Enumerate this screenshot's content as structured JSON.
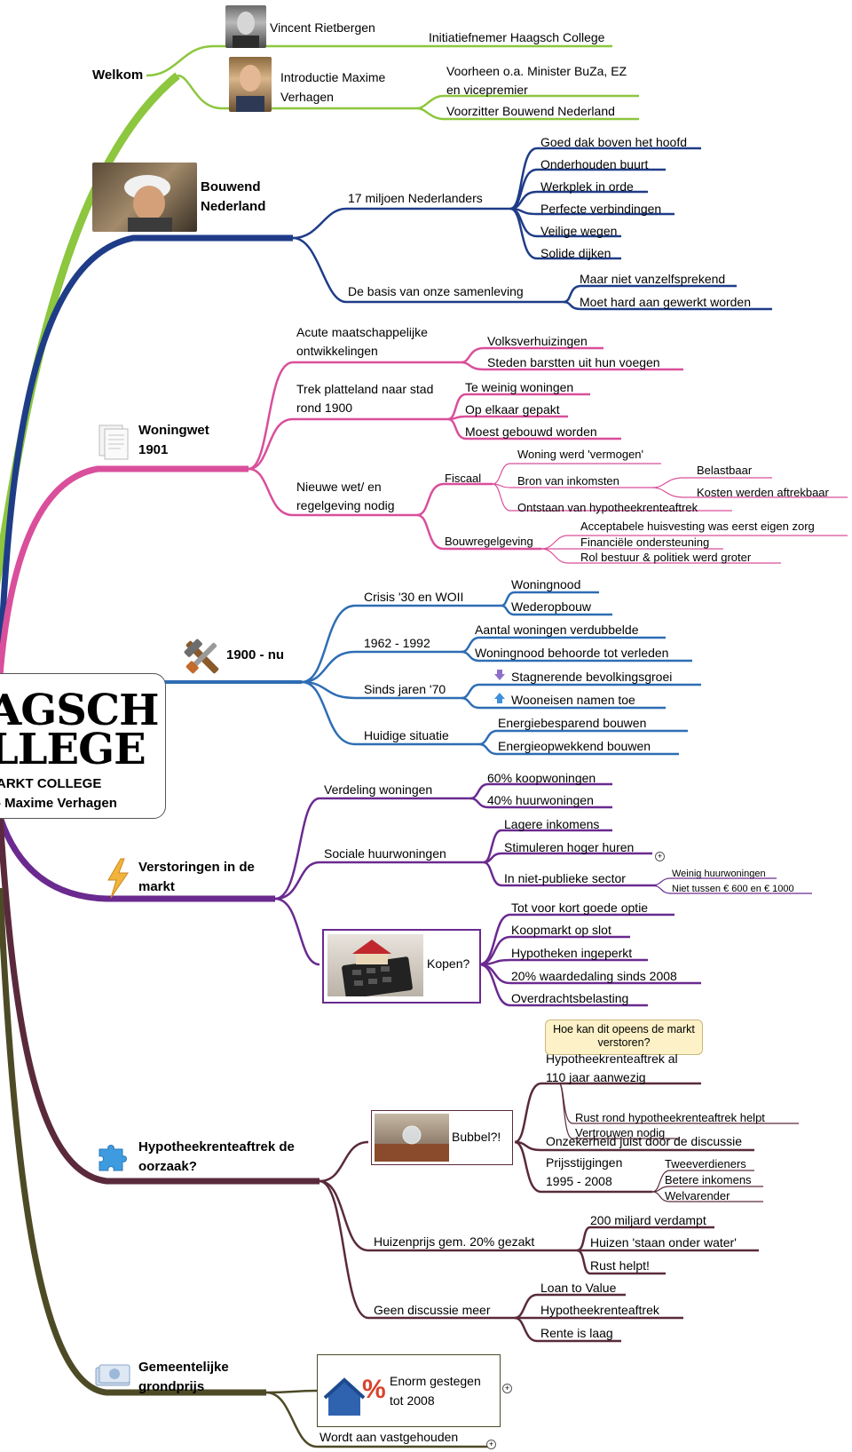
{
  "center": {
    "logo_line1": "AGSCH",
    "logo_line2": "LLEGE",
    "subtitle1": "ARKT COLLEGE",
    "subtitle2": "- Maxime Verhagen"
  },
  "welkom": {
    "title": "Welkom",
    "speaker1": "Vincent Rietbergen",
    "speaker1_sub": "Initiatiefnemer Haagsch College",
    "speaker2": "Introductie Maxime Verhagen",
    "speaker2_sub1": "Voorheen o.a. Minister BuZa, EZ en vicepremier",
    "speaker2_sub2": "Voorzitter Bouwend Nederland"
  },
  "bouwend": {
    "title": "Bouwend Nederland",
    "b1": "17 miljoen Nederlanders",
    "b1_items": [
      "Goed dak boven het hoofd",
      "Onderhouden buurt",
      "Werkplek in orde",
      "Perfecte verbindingen",
      "Veilige wegen",
      "Solide dijken"
    ],
    "b2": "De basis van onze samenleving",
    "b2_items": [
      "Maar niet vanzelfsprekend",
      "Moet hard aan gewerkt worden"
    ]
  },
  "woningwet": {
    "title": "Woningwet 1901",
    "b1": "Acute maatschappelijke ontwikkelingen",
    "b1_items": [
      "Volksverhuizingen",
      "Steden barstten uit hun voegen"
    ],
    "b2": "Trek platteland naar stad rond 1900",
    "b2_items": [
      "Te weinig woningen",
      "Op elkaar gepakt",
      "Moest gebouwd worden"
    ],
    "b3": "Nieuwe wet/ en regelgeving nodig",
    "fiscaal": "Fiscaal",
    "fiscaal_items": [
      "Woning werd 'vermogen'",
      "Bron van inkomsten",
      "Ontstaan van hypotheekrenteaftrek"
    ],
    "bron_items": [
      "Belastbaar",
      "Kosten werden aftrekbaar"
    ],
    "bouwreg": "Bouwregelgeving",
    "bouwreg_items": [
      "Acceptabele huisvesting was eerst eigen zorg",
      "Financiële ondersteuning",
      "Rol bestuur & politiek werd groter"
    ]
  },
  "nu": {
    "title": "1900 - nu",
    "b1": "Crisis '30 en WOII",
    "b1_items": [
      "Woningnood",
      "Wederopbouw"
    ],
    "b2": "1962 - 1992",
    "b2_items": [
      "Aantal woningen verdubbelde",
      "Woningnood behoorde tot verleden"
    ],
    "b3": "Sinds jaren '70",
    "b3_items": [
      "Stagnerende bevolkingsgroei",
      "Wooneisen namen toe"
    ],
    "b4": "Huidige situatie",
    "b4_items": [
      "Energiebesparend bouwen",
      "Energieopwekkend bouwen"
    ]
  },
  "verstoringen": {
    "title": "Verstoringen in de markt",
    "b1": "Verdeling woningen",
    "b1_items": [
      "60% koopwoningen",
      "40% huurwoningen"
    ],
    "b2": "Sociale huurwoningen",
    "b2_items": [
      "Lagere inkomens",
      "Stimuleren hoger huren",
      "In niet-publieke sector"
    ],
    "sector_items": [
      "Weinig huurwoningen",
      "Niet tussen € 600 en € 1000"
    ],
    "b3": "Kopen?",
    "b3_items": [
      "Tot voor kort goede optie",
      "Koopmarkt op slot",
      "Hypotheken ingeperkt",
      "20% waardedaling sinds 2008",
      "Overdrachtsbelasting"
    ]
  },
  "hypotheek": {
    "title": "Hypotheekrenteaftrek de oorzaak?",
    "b1": "Bubbel?!",
    "note": "Hoe kan dit opeens de markt verstoren?",
    "b1_items": [
      "Hypotheekrenteaftrek al 110 jaar aanwezig",
      "Onzekerheid juist door de discussie",
      "Prijsstijgingen 1995 - 2008"
    ],
    "aanwezig_items": [
      "Rust rond hypotheekrenteaftrek helpt",
      "Vertrouwen nodig"
    ],
    "prijs_items": [
      "Tweeverdieners",
      "Betere inkomens",
      "Welvarender"
    ],
    "b2": "Huizenprijs gem. 20% gezakt",
    "b2_items": [
      "200 miljard verdampt",
      "Huizen 'staan onder water'",
      "Rust helpt!"
    ],
    "b3": "Geen discussie meer",
    "b3_items": [
      "Loan to Value",
      "Hypotheekrenteaftrek",
      "Rente is laag"
    ]
  },
  "grondprijs": {
    "title": "Gemeentelijke grondprijs",
    "b1": "Enorm gestegen tot 2008",
    "b2": "Wordt aan vastgehouden"
  },
  "colors": {
    "green": "#8dc63f",
    "blue": "#1f3c88",
    "pink": "#d94f9b",
    "steel": "#2e6db4",
    "purple": "#6a2a8f",
    "maroon": "#5a2a3c",
    "olive": "#4d4a26"
  }
}
